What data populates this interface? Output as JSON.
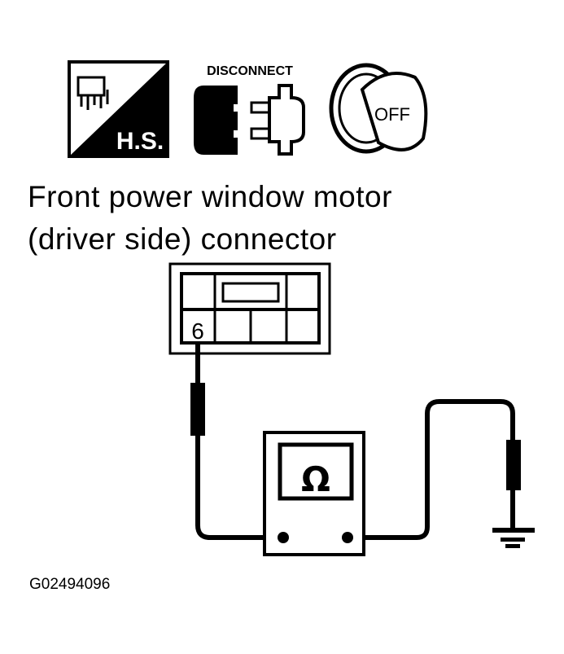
{
  "icons": {
    "harness_label": "H.S.",
    "disconnect_label": "DISCONNECT",
    "ignition_label": "OFF"
  },
  "title_lines": [
    "Front power window motor",
    "(driver side) connector"
  ],
  "connector": {
    "terminal_label": "6"
  },
  "meter": {
    "symbol": "Ω"
  },
  "figure_code": "G02494096"
}
